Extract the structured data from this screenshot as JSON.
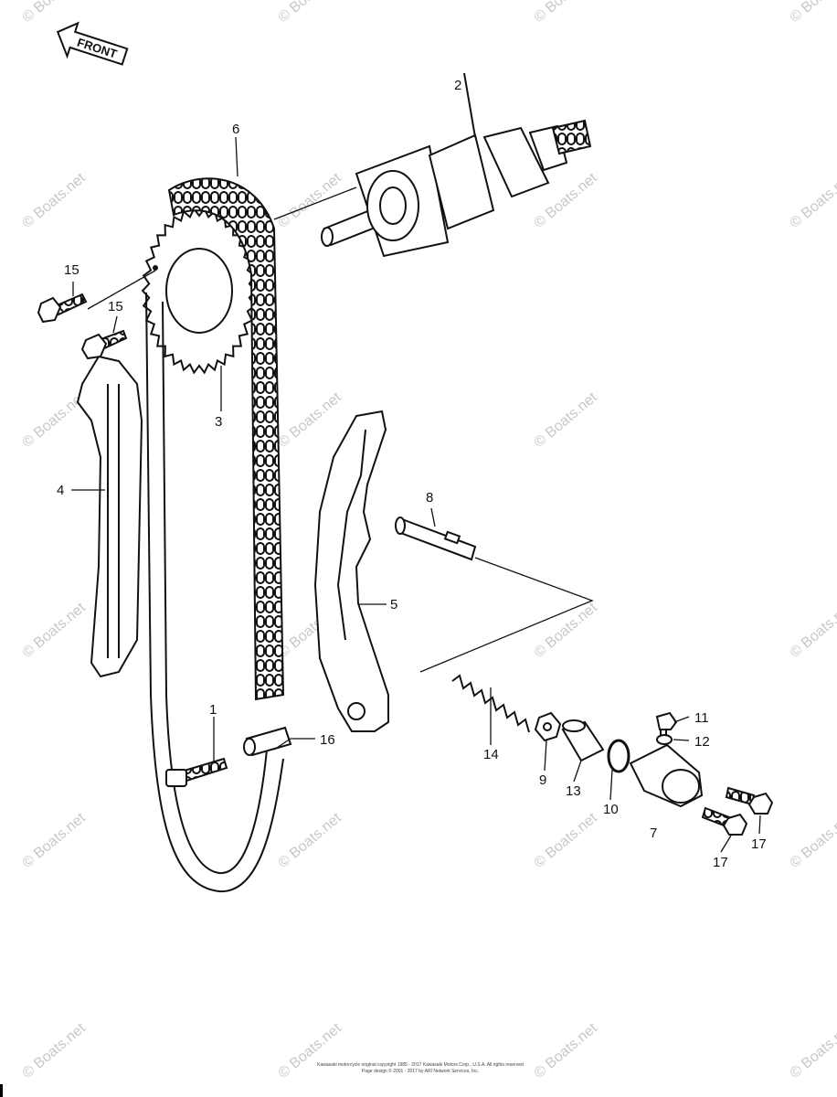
{
  "front_arrow": {
    "text": "FRONT"
  },
  "labels": {
    "p1": "1",
    "p2": "2",
    "p3": "3",
    "p4": "4",
    "p5": "5",
    "p6": "6",
    "p7": "7",
    "p8": "8",
    "p9": "9",
    "p10": "10",
    "p11": "11",
    "p12": "12",
    "p13": "13",
    "p14": "14",
    "p15a": "15",
    "p15b": "15",
    "p16": "16",
    "p17a": "17",
    "p17b": "17"
  },
  "watermark": "© Boats.net",
  "footer": {
    "line1": "Kawasaki motorcycle original copyright 1985 - 2017 Kawasaki Motors Corp., U.S.A. All rights reserved",
    "line2": "Page design © 2001 - 2017 by ARI Network Services, Inc."
  }
}
